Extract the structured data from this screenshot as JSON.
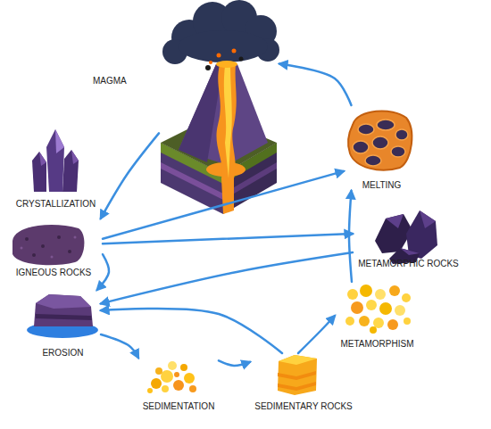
{
  "diagram": {
    "nodes": [
      {
        "text": [
          "MAGMA"
        ]
      },
      {
        "text": [
          "CRYSTALLIZATION"
        ]
      },
      {
        "text": [
          "IGNEOUS ROCKS"
        ]
      },
      {
        "text": [
          "EROSION"
        ]
      },
      {
        "text": [
          "SEDIMENTATION"
        ]
      },
      {
        "text": [
          "SEDIMENTARY ROCKS"
        ]
      },
      {
        "text": [
          "METAMORPHISM"
        ]
      },
      {
        "text": [
          "METAMORPHIC ROCKS"
        ]
      },
      {
        "text": [
          "MELTING"
        ]
      }
    ],
    "edges": [
      {
        "from": 0,
        "to": 2,
        "arrow": "to"
      },
      {
        "from": 2,
        "to": 3,
        "arrow": "to"
      },
      {
        "from": 2,
        "to": 8,
        "arrow": "to"
      },
      {
        "from": 2,
        "to": 7,
        "arrow": "to"
      },
      {
        "from": 7,
        "to": 3,
        "arrow": "to"
      },
      {
        "from": 5,
        "to": 3,
        "arrow": "to"
      },
      {
        "from": 3,
        "to": 4,
        "arrow": "to"
      },
      {
        "from": 4,
        "to": 5,
        "arrow": "to"
      },
      {
        "from": 5,
        "to": 6,
        "arrow": "to"
      },
      {
        "from": 6,
        "to": 8,
        "arrow": "to"
      },
      {
        "from": 8,
        "to": 0,
        "arrow": "to"
      }
    ]
  }
}
